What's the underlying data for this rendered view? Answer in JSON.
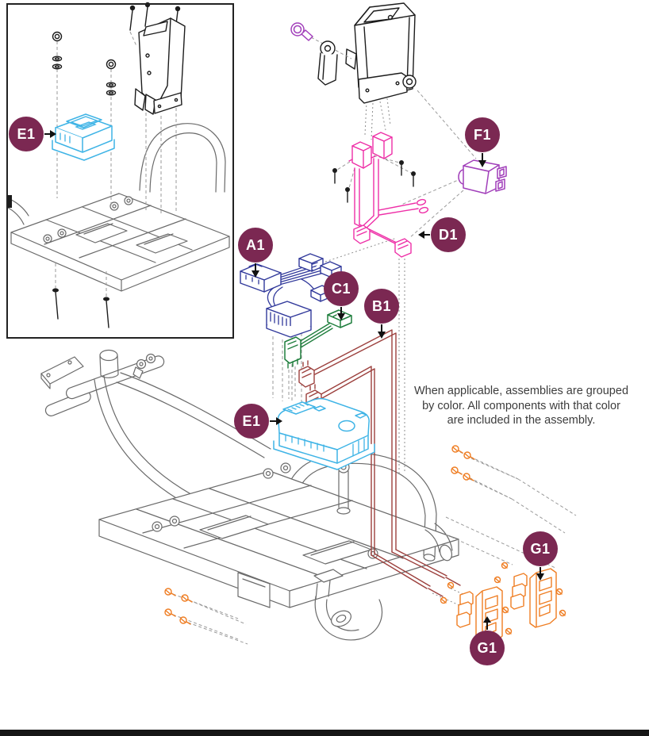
{
  "page": {
    "background": "#ffffff",
    "footer_rule_color": "#161616"
  },
  "note": {
    "line1": "When applicable, assemblies are grouped",
    "line2": "by color. All components with that color",
    "line3": "are included in the assembly."
  },
  "callouts": [
    {
      "id": "e1-inset",
      "label": "E1"
    },
    {
      "id": "f1",
      "label": "F1"
    },
    {
      "id": "d1",
      "label": "D1"
    },
    {
      "id": "a1",
      "label": "A1"
    },
    {
      "id": "c1",
      "label": "C1"
    },
    {
      "id": "b1",
      "label": "B1"
    },
    {
      "id": "e1-main",
      "label": "E1"
    },
    {
      "id": "g1-upper",
      "label": "G1"
    },
    {
      "id": "g1-lower",
      "label": "G1"
    }
  ],
  "colors": {
    "badge": "#7b2852",
    "assembly_e1": "#3fb4e6",
    "assembly_a1": "#31399b",
    "assembly_b1": "#9c403d",
    "assembly_c1": "#1f7e3d",
    "assembly_d1": "#ee2fa7",
    "assembly_f1": "#a13fba",
    "assembly_g1": "#ef7d22",
    "line_art": "#6a6a6a",
    "black_parts": "#1c1c1c",
    "note_text": "#3d3d3d"
  }
}
